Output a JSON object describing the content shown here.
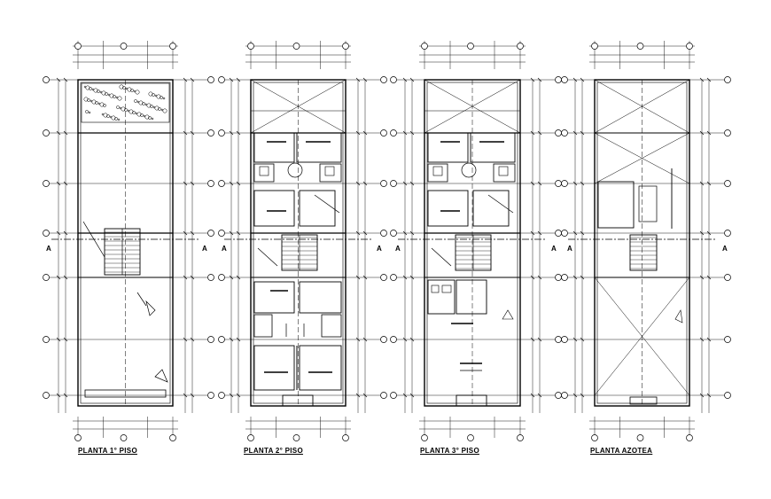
{
  "drawing": {
    "sheet_titles": [
      "PLANTA 1° PISO",
      "PLANTA 2° PISO",
      "PLANTA 3° PISO",
      "PLANTA AZOTEA"
    ],
    "section_mark": "A",
    "line_color": "#000000",
    "background_color": "#ffffff"
  }
}
